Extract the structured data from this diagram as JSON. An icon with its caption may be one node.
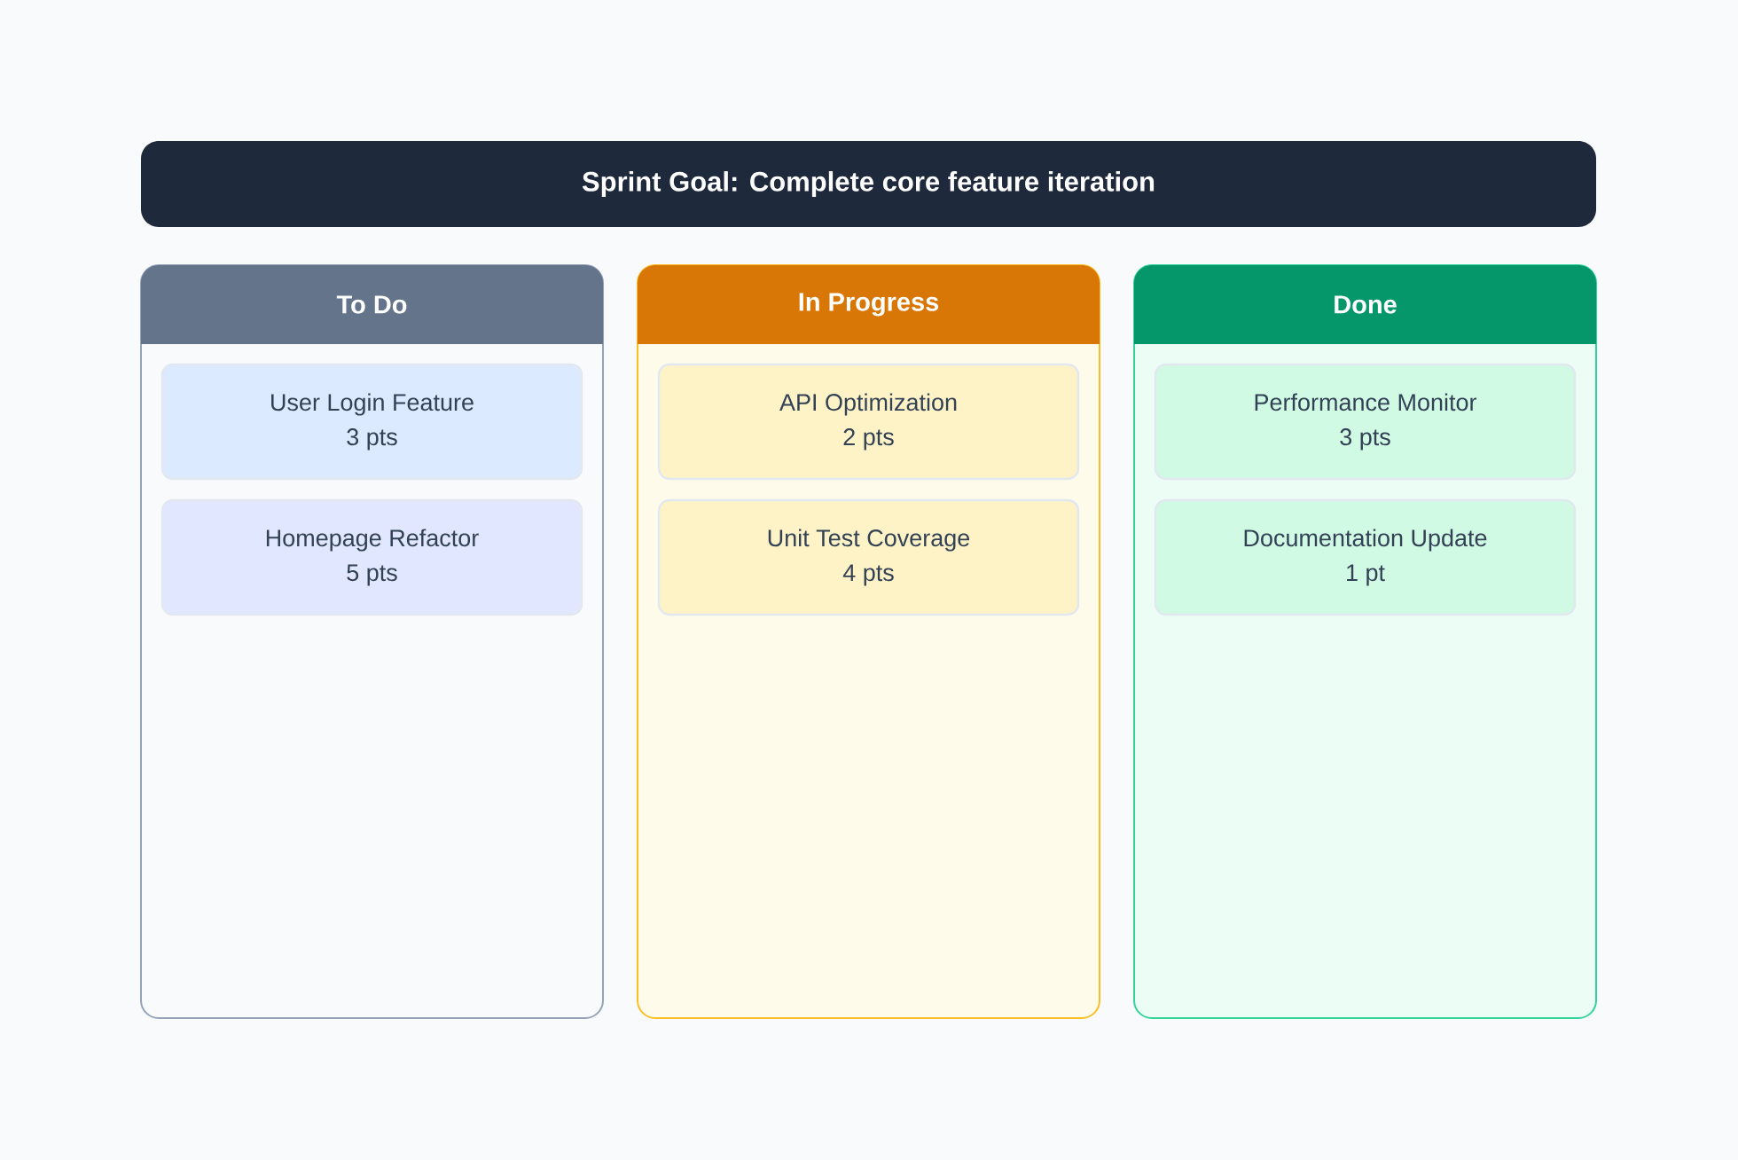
{
  "diagram": {
    "nodes": [
      {
        "text": [
          "Sprint Goal: Complete core feature iteration"
        ]
      },
      {
        "text": [
          "To Do"
        ]
      },
      {
        "text": [
          "User Login Feature",
          "3 pts"
        ],
        "in": 1
      },
      {
        "text": [
          "Homepage Refactor",
          "5 pts"
        ],
        "in": 1
      },
      {
        "text": [
          "In Progress"
        ]
      },
      {
        "text": [
          "API Optimization",
          "2 pts"
        ],
        "in": 4
      },
      {
        "text": [
          "Unit Test Coverage",
          "4 pts"
        ],
        "in": 4
      },
      {
        "text": [
          "Done"
        ]
      },
      {
        "text": [
          "Performance Monitor",
          "3 pts"
        ],
        "in": 7
      },
      {
        "text": [
          "Documentation Update",
          "1 pt"
        ],
        "in": 7
      }
    ]
  }
}
